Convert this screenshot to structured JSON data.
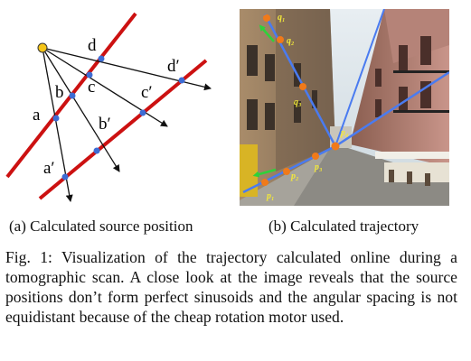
{
  "panel_a": {
    "labels": [
      "a",
      "b",
      "c",
      "d",
      "a′",
      "b′",
      "c′",
      "d′"
    ],
    "colors": {
      "line": "#cc1111",
      "ray": "#111111",
      "point": "#3d6cd4",
      "source": "#f5c518"
    }
  },
  "panel_b": {
    "point_labels": [
      "q₁",
      "q₂",
      "q₃",
      "p₄",
      "p₃",
      "p₂",
      "p₁"
    ],
    "colors": {
      "trajectory": "#4a7bf0",
      "point": "#f07a1a",
      "label": "#f2e83a",
      "arrow": "#2fd13a"
    }
  },
  "captions": {
    "a": "(a) Calculated source position",
    "b": "(b) Calculated trajectory",
    "main": "Fig. 1: Visualization of the trajectory calculated online during a tomographic scan. A close look at the image reveals that the source positions don’t form perfect sinusoids and the angular spacing is not equidistant because of the cheap rotation motor used."
  }
}
